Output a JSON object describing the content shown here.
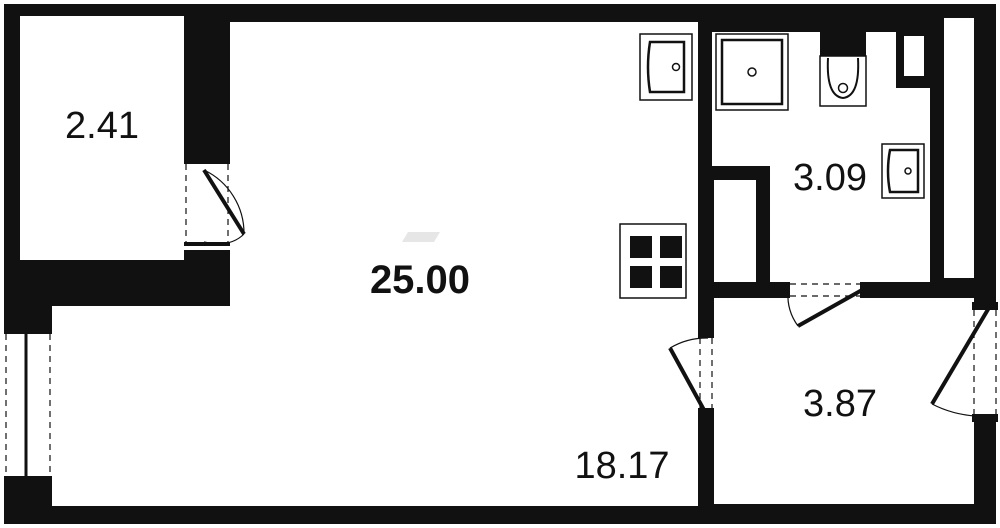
{
  "floorplan": {
    "total_area": "25.00",
    "rooms": [
      {
        "id": "balcony",
        "area": "2.41"
      },
      {
        "id": "bathroom",
        "area": "3.09"
      },
      {
        "id": "hallway",
        "area": "3.87"
      },
      {
        "id": "living-room",
        "area": "18.17"
      }
    ]
  },
  "colors": {
    "wall": "#111111",
    "floor": "#ffffff",
    "line": "#111111",
    "watermark": "#e6e6e6"
  }
}
